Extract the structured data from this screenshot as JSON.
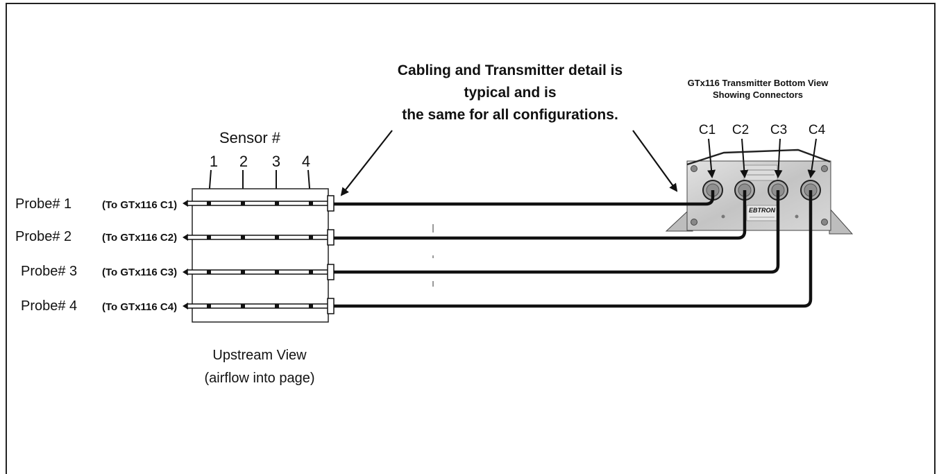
{
  "note": {
    "lines": [
      "Cabling and Transmitter detail is",
      "typical and is",
      "the same for all configurations."
    ]
  },
  "transmitter": {
    "title_lines": [
      "GTx116 Transmitter Bottom View",
      "Showing Connectors"
    ],
    "connectors": [
      "C1",
      "C2",
      "C3",
      "C4"
    ],
    "plate_text": [
      "EBTRON"
    ]
  },
  "sensor_header": {
    "title": "Sensor #",
    "numbers": [
      "1",
      "2",
      "3",
      "4"
    ]
  },
  "probes": [
    {
      "label": "Probe# 1",
      "target": "(To GTx116 C1)"
    },
    {
      "label": "Probe# 2",
      "target": "(To GTx116 C2)"
    },
    {
      "label": "Probe# 3",
      "target": "(To GTx116 C3)"
    },
    {
      "label": "Probe# 4",
      "target": "(To GTx116 C4)"
    }
  ],
  "view_caption": {
    "lines": [
      "Upstream View",
      "(airflow into page)"
    ]
  },
  "colors": {
    "line": "#111111",
    "frame": "#222222",
    "plate": "#cfcfcf",
    "plate_dark": "#9a9a9a"
  }
}
